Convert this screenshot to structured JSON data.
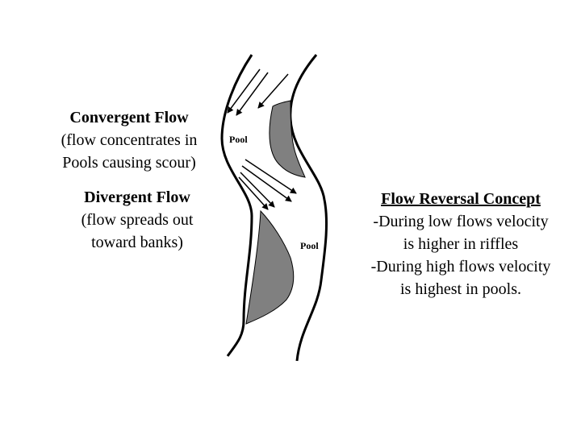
{
  "convergent": {
    "title": "Convergent Flow",
    "line1": "(flow concentrates in",
    "line2": "Pools causing scour)"
  },
  "divergent": {
    "title": "Divergent Flow",
    "line1": "(flow spreads out",
    "line2": "toward banks)"
  },
  "reversal": {
    "title": "Flow Reversal Concept",
    "line1": "-During low flows velocity",
    "line2": "is higher in riffles",
    "line3": "-During high flows velocity",
    "line4": "is highest in pools."
  },
  "pools": {
    "upper": "Pool",
    "lower": "Pool"
  },
  "colors": {
    "pool_fill": "#808080",
    "line": "#000000"
  }
}
